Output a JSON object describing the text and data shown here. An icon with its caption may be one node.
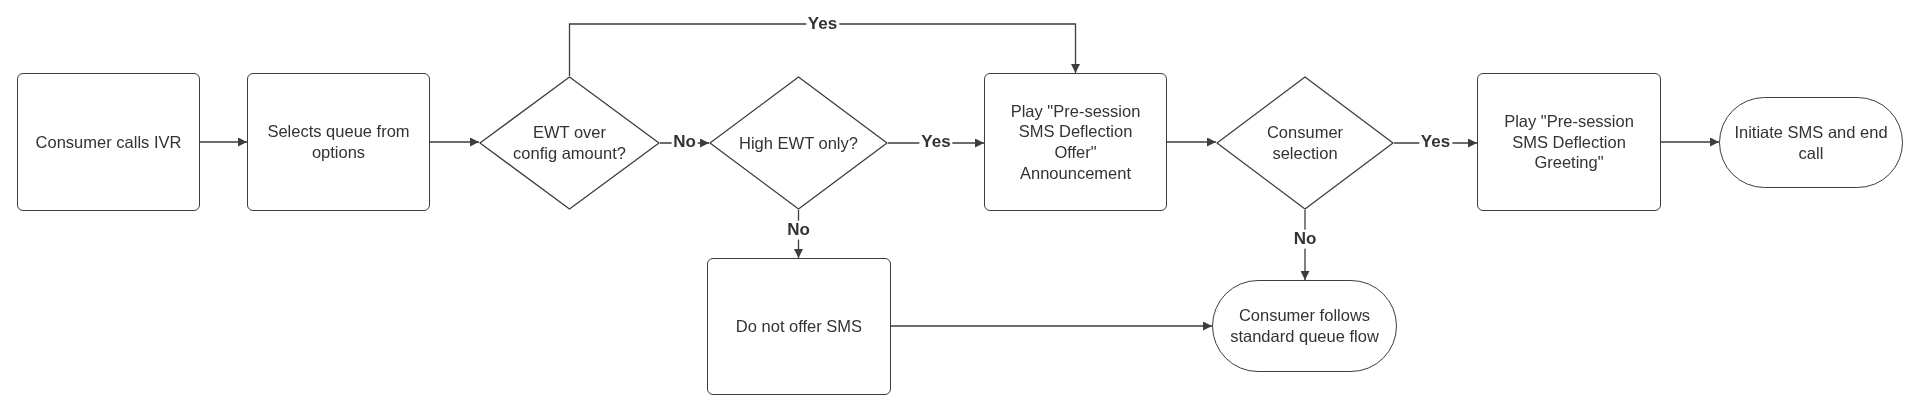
{
  "diagram": {
    "nodes": [
      {
        "text": [
          "Consumer calls IVR"
        ]
      },
      {
        "text": [
          "Selects queue from options"
        ]
      },
      {
        "text": [
          "EWT over config amount?"
        ]
      },
      {
        "text": [
          "High EWT only?"
        ]
      },
      {
        "text": [
          "Play \"Pre-session SMS Deflection Offer\" Announcement"
        ]
      },
      {
        "text": [
          "Consumer selection"
        ]
      },
      {
        "text": [
          "Play \"Pre-session SMS Deflection Greeting\""
        ]
      },
      {
        "text": [
          "Initiate SMS and end call"
        ]
      },
      {
        "text": [
          "Do not offer SMS"
        ]
      },
      {
        "text": [
          "Consumer follows standard queue flow"
        ]
      }
    ],
    "edges": [
      {
        "from": 0,
        "to": 1,
        "arrow": "to"
      },
      {
        "from": 1,
        "to": 2,
        "arrow": "to"
      },
      {
        "from": 2,
        "to": 3,
        "arrow": "to",
        "label": "No"
      },
      {
        "from": 2,
        "to": 4,
        "arrow": "to",
        "label": "Yes"
      },
      {
        "from": 3,
        "to": 4,
        "arrow": "to",
        "label": "Yes"
      },
      {
        "from": 3,
        "to": 8,
        "arrow": "to",
        "label": "No"
      },
      {
        "from": 4,
        "to": 5,
        "arrow": "to"
      },
      {
        "from": 5,
        "to": 6,
        "arrow": "to",
        "label": "Yes"
      },
      {
        "from": 6,
        "to": 7,
        "arrow": "to"
      },
      {
        "from": 5,
        "to": 9,
        "arrow": "to",
        "label": "No"
      },
      {
        "from": 8,
        "to": 9,
        "arrow": "to"
      }
    ]
  }
}
